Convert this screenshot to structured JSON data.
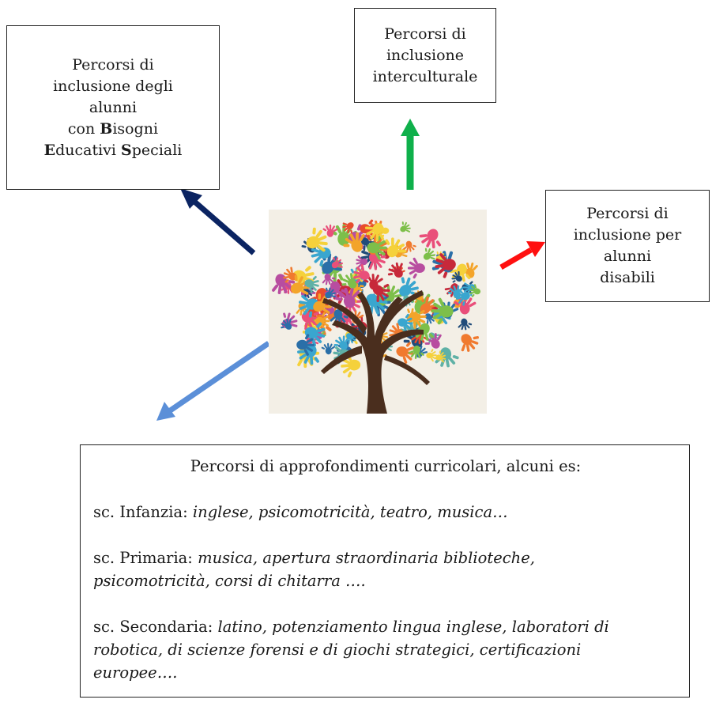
{
  "colors": {
    "arrow_top": "#0fb04b",
    "arrow_left": "#0b2462",
    "arrow_right": "#ff1010",
    "arrow_bottom": "#5b8fd8",
    "trunk": "#4a2e1e",
    "hands": [
      "#e84b2c",
      "#f3a42a",
      "#3aa6cf",
      "#7dbf4a",
      "#c7293a",
      "#2a6fa8",
      "#f07a2f",
      "#b84da0",
      "#f5d13b",
      "#5fb1a6",
      "#e94f7a",
      "#214c7a"
    ]
  },
  "box_bes": {
    "line1": "Percorsi di",
    "line2": "inclusione degli",
    "line3": "alunni",
    "line4": "con ",
    "b1": "B",
    "b1_rest": "isogni",
    "e1": "E",
    "e1_rest": "ducativi ",
    "s1": "S",
    "s1_rest": "peciali"
  },
  "box_intercultural": {
    "line1": "Percorsi di",
    "line2": "inclusione",
    "line3": "interculturale"
  },
  "box_disabled": {
    "line1": "Percorsi di",
    "line2": "inclusione per",
    "line3": "alunni",
    "line4": "disabili"
  },
  "box_curricular": {
    "title": "Percorsi di approfondimenti curricolari, alcuni es:",
    "infanzia_label": "sc. Infanzia: ",
    "infanzia_items": "inglese, psicomotricità, teatro, musica…",
    "primaria_label": "sc. Primaria: ",
    "primaria_items_1": "musica, apertura straordinaria biblioteche,",
    "primaria_items_2": "psicomotricità, corsi di chitarra ….",
    "secondaria_label": "sc. Secondaria: ",
    "secondaria_items_1": "latino, potenziamento lingua inglese, laboratori di",
    "secondaria_items_2": "robotica, di scienze forensi e di giochi strategici, certificazioni",
    "secondaria_items_3": "europee…."
  }
}
